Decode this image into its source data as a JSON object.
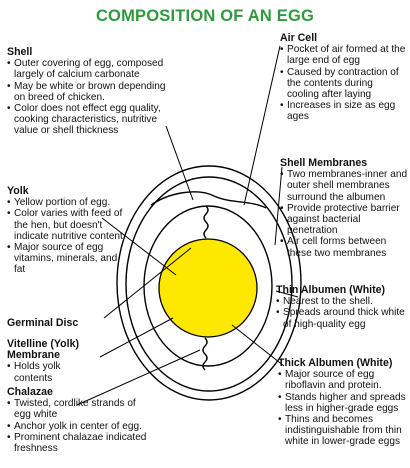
{
  "title": "COMPOSITION OF AN EGG",
  "colors": {
    "title": "#2e9a3c",
    "yolk": "#ffe800",
    "lines": "#000000"
  },
  "sections": {
    "shell": {
      "heading": "Shell",
      "bullets": [
        "Outer covering of egg, composed largely of calcium carbonate",
        "May be white or brown depending on breed of chicken.",
        "Color does not effect egg quality, cooking characteristics, nutritive value or shell thickness"
      ]
    },
    "air_cell": {
      "heading": "Air Cell",
      "bullets": [
        "Pocket of air formed at the large end of egg",
        "Caused by contraction of the contents during cooling after laying",
        "Increases in size as egg ages"
      ]
    },
    "shell_membranes": {
      "heading": "Shell Membranes",
      "bullets": [
        "Two membranes-inner and outer shell membranes surround the albumen",
        "Provide protective barrier against bacterial penetration",
        "Air cell forms between these two membranes"
      ]
    },
    "yolk": {
      "heading": "Yolk",
      "bullets": [
        "Yellow portion of egg.",
        "Color varies with feed of the hen, but doesn't indicate nutritive content",
        "Major source of egg vitamins, minerals, and fat"
      ]
    },
    "germinal_disc": {
      "heading": "Germinal Disc"
    },
    "thin_albumen": {
      "heading": "Thin Albumen (White)",
      "bullets": [
        "Nearest to the shell.",
        "Spreads around thick white of high-quality egg"
      ]
    },
    "vitelline": {
      "heading": "Vitelline (Yolk) Membrane",
      "bullets": [
        "Holds yolk contents"
      ]
    },
    "thick_albumen": {
      "heading": "Thick Albumen (White)",
      "bullets": [
        "Major source of egg riboflavin and protein.",
        "Stands higher and spreads less in higher-grade eggs",
        "Thins and becomes indistinguishable from thin white in lower-grade eggs"
      ]
    },
    "chalazae": {
      "heading": "Chalazae",
      "bullets": [
        "Twisted, cordlike strands of egg white",
        "Anchor yolk in center of egg.",
        "Prominent chalazae indicated freshness"
      ]
    }
  }
}
